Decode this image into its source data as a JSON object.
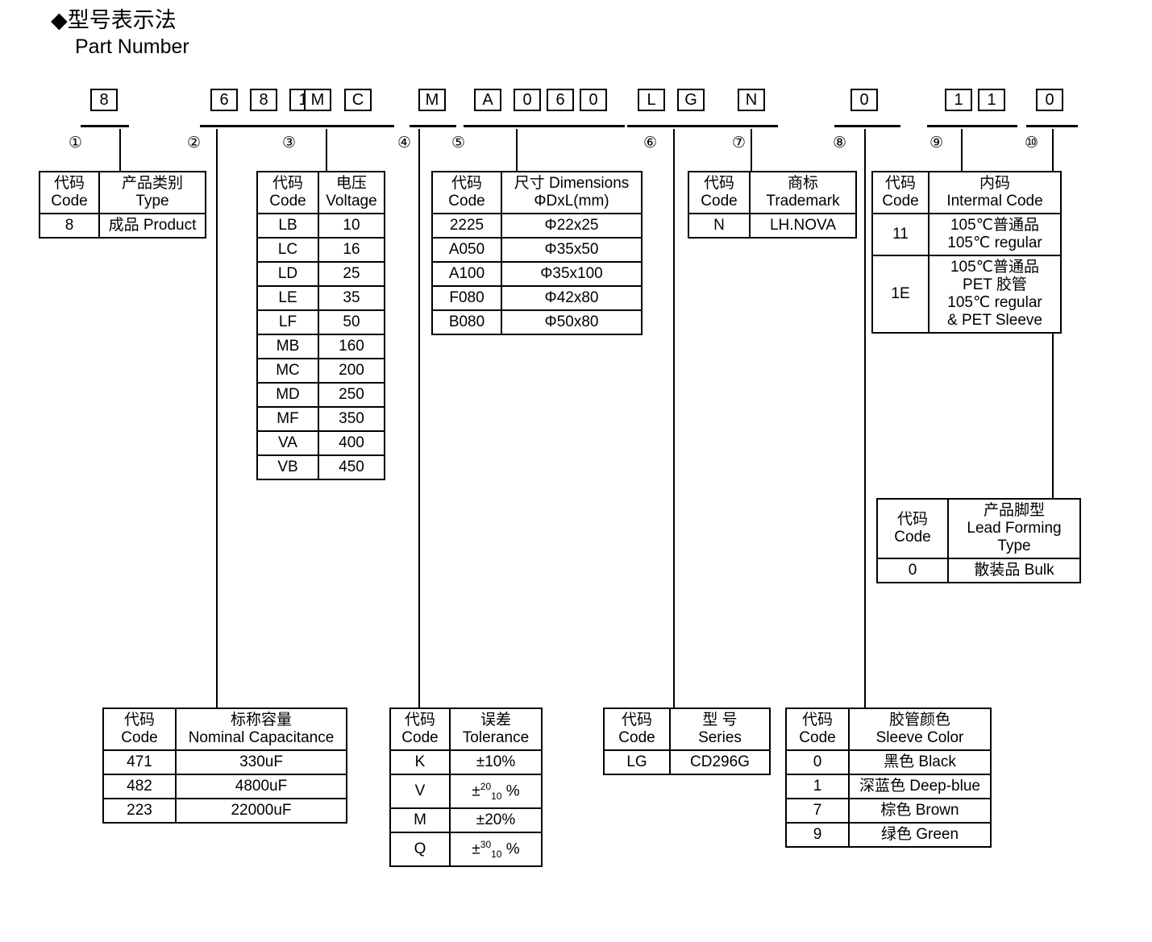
{
  "heading": {
    "zh": "◆型号表示法",
    "en": "Part Number"
  },
  "part_number": {
    "groups": [
      {
        "index": "①",
        "chars": [
          "8"
        ]
      },
      {
        "index": "②",
        "chars": [
          "6",
          "8",
          "1"
        ]
      },
      {
        "index": "③",
        "chars": [
          "M",
          "C"
        ]
      },
      {
        "index": "④",
        "chars": [
          "M"
        ]
      },
      {
        "index": "⑤",
        "chars": [
          "A",
          "0",
          "6",
          "0"
        ]
      },
      {
        "index": "⑥",
        "chars": [
          "L",
          "G"
        ]
      },
      {
        "index": "⑦",
        "chars": [
          "N"
        ]
      },
      {
        "index": "⑧",
        "chars": [
          "0"
        ]
      },
      {
        "index": "⑨",
        "chars": [
          "1",
          "1"
        ]
      },
      {
        "index": "⑩",
        "chars": [
          "0"
        ]
      }
    ]
  },
  "tables": {
    "type": {
      "header": {
        "code_zh": "代码",
        "code_en": "Code",
        "val_zh": "产品类别",
        "val_en": "Type"
      },
      "rows": [
        {
          "code": "8",
          "value": "成品 Product"
        }
      ]
    },
    "voltage": {
      "header": {
        "code_zh": "代码",
        "code_en": "Code",
        "val_zh": "电压",
        "val_en": "Voltage"
      },
      "rows": [
        {
          "code": "LB",
          "value": "10"
        },
        {
          "code": "LC",
          "value": "16"
        },
        {
          "code": "LD",
          "value": "25"
        },
        {
          "code": "LE",
          "value": "35"
        },
        {
          "code": "LF",
          "value": "50"
        },
        {
          "code": "MB",
          "value": "160"
        },
        {
          "code": "MC",
          "value": "200"
        },
        {
          "code": "MD",
          "value": "250"
        },
        {
          "code": "MF",
          "value": "350"
        },
        {
          "code": "VA",
          "value": "400"
        },
        {
          "code": "VB",
          "value": "450"
        }
      ]
    },
    "dimensions": {
      "header": {
        "code_zh": "代码",
        "code_en": "Code",
        "val_zh": "尺寸 Dimensions",
        "val_en": "ΦDxL(mm)"
      },
      "rows": [
        {
          "code": "2225",
          "value": "Φ22x25"
        },
        {
          "code": "A050",
          "value": "Φ35x50"
        },
        {
          "code": "A100",
          "value": "Φ35x100"
        },
        {
          "code": "F080",
          "value": "Φ42x80"
        },
        {
          "code": "B080",
          "value": "Φ50x80"
        }
      ]
    },
    "trademark": {
      "header": {
        "code_zh": "代码",
        "code_en": "Code",
        "val_zh": "商标",
        "val_en": "Trademark"
      },
      "rows": [
        {
          "code": "N",
          "value": "LH.NOVA"
        }
      ]
    },
    "internal_code": {
      "header": {
        "code_zh": "代码",
        "code_en": "Code",
        "val_zh": "内码",
        "val_en": "Intermal Code"
      },
      "rows": [
        {
          "code": "11",
          "lines": [
            "105℃普通品",
            "105℃  regular"
          ]
        },
        {
          "code": "1E",
          "lines": [
            "105℃普通品",
            "PET 胶管",
            "105℃  regular",
            "& PET Sleeve"
          ]
        }
      ]
    },
    "lead_forming": {
      "header": {
        "code_zh": "代码",
        "code_en": "Code",
        "val_zh": "产品脚型",
        "val_en": "Lead Forming",
        "val_en2": "Type"
      },
      "rows": [
        {
          "code": "0",
          "value": "散装品 Bulk"
        }
      ]
    },
    "capacitance": {
      "header": {
        "code_zh": "代码",
        "code_en": "Code",
        "val_zh": "标称容量",
        "val_en": "Nominal Capacitance"
      },
      "rows": [
        {
          "code": "471",
          "value": "330uF"
        },
        {
          "code": "482",
          "value": "4800uF"
        },
        {
          "code": "223",
          "value": "22000uF"
        }
      ]
    },
    "tolerance": {
      "header": {
        "code_zh": "代码",
        "code_en": "Code",
        "val_zh": "误差",
        "val_en": "Tolerance"
      },
      "rows": [
        {
          "code": "K",
          "value": "±10%",
          "sup": "",
          "sub": ""
        },
        {
          "code": "V",
          "value": "",
          "prefix": "±",
          "sup": "20",
          "sub": "10",
          "suffix": " %"
        },
        {
          "code": "M",
          "value": "±20%",
          "sup": "",
          "sub": ""
        },
        {
          "code": "Q",
          "value": "",
          "prefix": "±",
          "sup": "30",
          "sub": "10",
          "suffix": " %"
        }
      ]
    },
    "series": {
      "header": {
        "code_zh": "代码",
        "code_en": "Code",
        "val_zh": "型 号",
        "val_en": "Series"
      },
      "rows": [
        {
          "code": "LG",
          "value": "CD296G"
        }
      ]
    },
    "sleeve_color": {
      "header": {
        "code_zh": "代码",
        "code_en": "Code",
        "val_zh": "胶管颜色",
        "val_en": "Sleeve Color"
      },
      "rows": [
        {
          "code": "0",
          "value": "黑色 Black"
        },
        {
          "code": "1",
          "value": "深蓝色 Deep-blue"
        },
        {
          "code": "7",
          "value": "棕色 Brown"
        },
        {
          "code": "9",
          "value": "绿色 Green"
        }
      ]
    }
  }
}
